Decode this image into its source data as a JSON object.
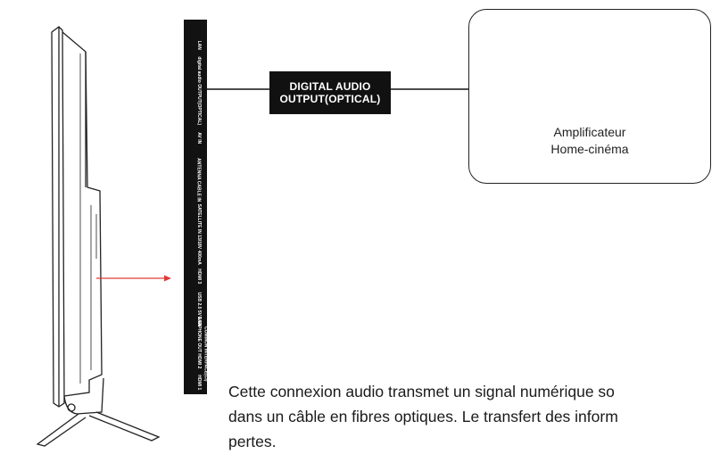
{
  "panel": {
    "ports": [
      {
        "label": "LAN"
      },
      {
        "label": "digital audio OUTPUT(OPTICAL)"
      },
      {
        "label": "AV IN"
      },
      {
        "label": "ANTENNA CABLE IN"
      },
      {
        "label": "SATELLITE IN 13/18V 400mA"
      },
      {
        "label": "HDMI 3"
      },
      {
        "label": "USB 2.0 5V 0.5A"
      },
      {
        "label": "EARPHONE OUT"
      },
      {
        "label": "COMMON INTERFACE(CI)"
      },
      {
        "label": "HDMI 2"
      },
      {
        "label": "HDMI 1"
      }
    ]
  },
  "callout": {
    "line1": "DIGITAL AUDIO",
    "line2": "OUTPUT(OPTICAL)"
  },
  "device": {
    "caption_line1": "Amplificateur",
    "caption_line2": "Home-cinéma"
  },
  "description": {
    "line1": "Cette connexion audio transmet un signal numérique so",
    "line2": "dans un câble en fibres optiques. Le transfert des inform",
    "line3": "pertes."
  },
  "colors": {
    "arrow": "#e03a3a",
    "panel": "#121212",
    "line": "#111111"
  }
}
